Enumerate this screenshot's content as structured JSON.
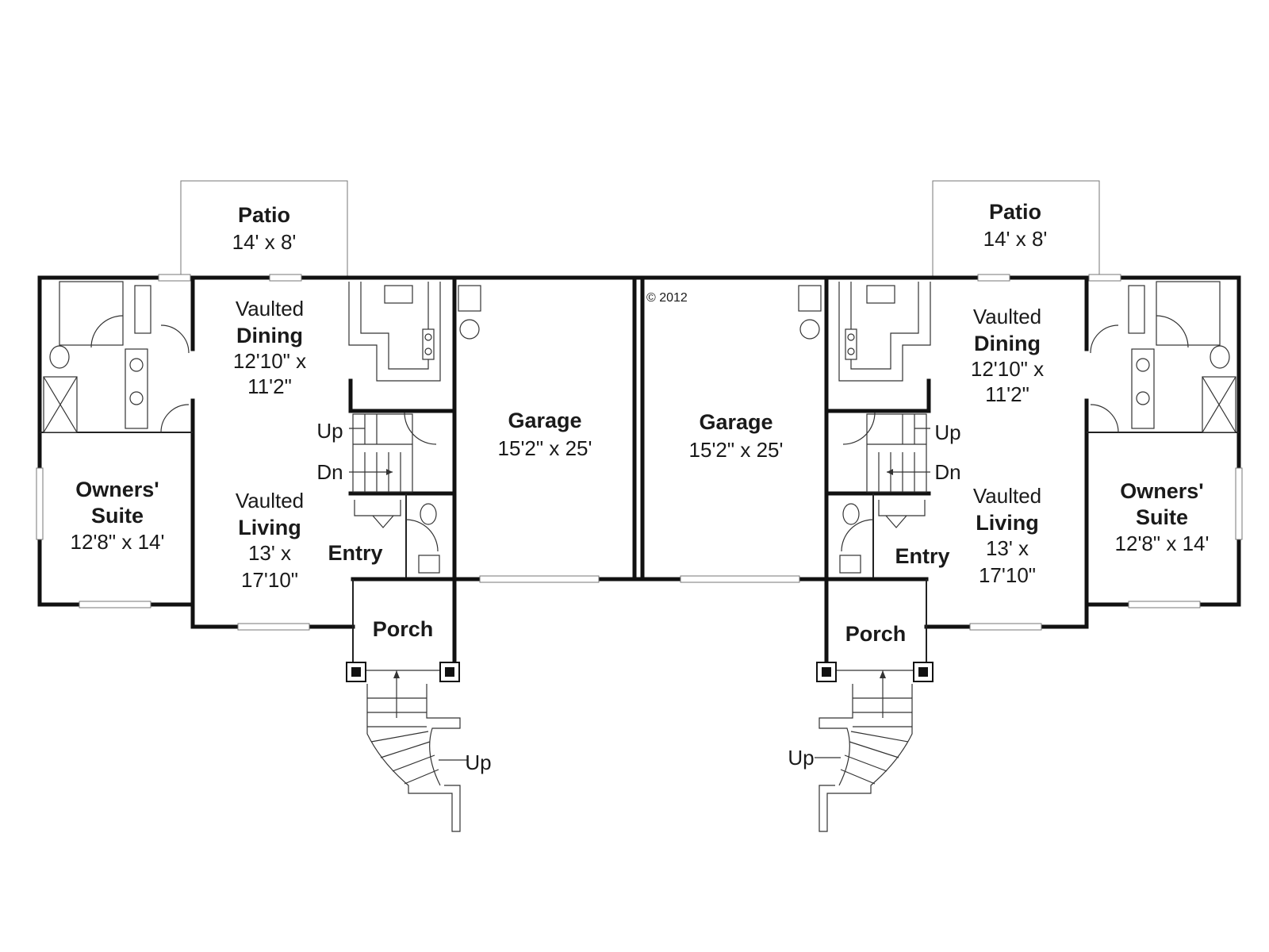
{
  "left_unit": {
    "patio": {
      "name": "Patio",
      "dim": "14' x 8'"
    },
    "dining": {
      "vaulted": "Vaulted",
      "name": "Dining",
      "dim1": "12'10\" x",
      "dim2": "11'2\""
    },
    "living": {
      "vaulted": "Vaulted",
      "name": "Living",
      "dim1": "13' x",
      "dim2": "17'10\""
    },
    "owners_suite": {
      "name1": "Owners'",
      "name2": "Suite",
      "dim": "12'8\" x 14'"
    },
    "entry": {
      "name": "Entry"
    },
    "porch": {
      "name": "Porch"
    },
    "garage": {
      "name": "Garage",
      "dim": "15'2\" x 25'"
    },
    "stair_up": "Up",
    "stair_down": "Dn",
    "porch_stair_up": "Up"
  },
  "right_unit": {
    "patio": {
      "name": "Patio",
      "dim": "14' x 8'"
    },
    "dining": {
      "vaulted": "Vaulted",
      "name": "Dining",
      "dim1": "12'10\" x",
      "dim2": "11'2\""
    },
    "living": {
      "vaulted": "Vaulted",
      "name": "Living",
      "dim1": "13' x",
      "dim2": "17'10\""
    },
    "owners_suite": {
      "name1": "Owners'",
      "name2": "Suite",
      "dim": "12'8\" x 14'"
    },
    "entry": {
      "name": "Entry"
    },
    "porch": {
      "name": "Porch"
    },
    "garage": {
      "name": "Garage",
      "dim": "15'2\" x 25'"
    },
    "stair_up": "Up",
    "stair_down": "Dn",
    "porch_stair_up": "Up"
  },
  "copyright": "© 2012"
}
